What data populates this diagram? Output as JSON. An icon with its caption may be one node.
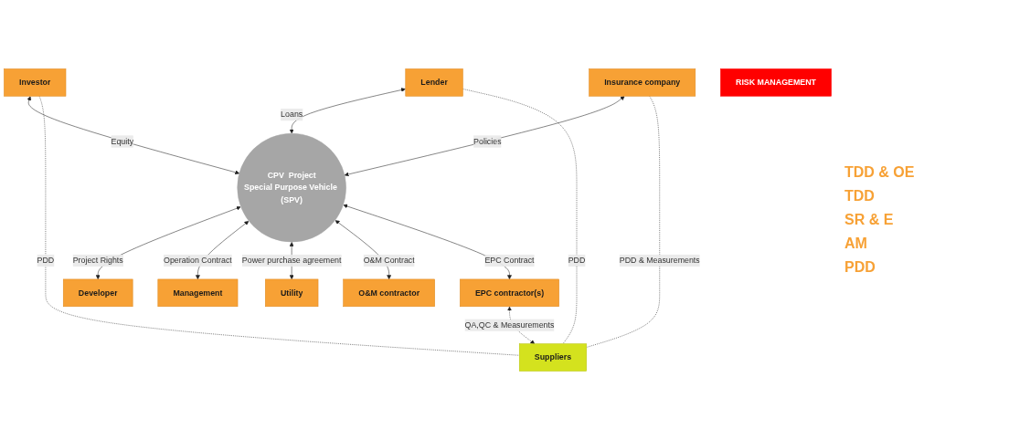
{
  "diagram": {
    "nodes": [
      {
        "text": [
          "Investor"
        ]
      },
      {
        "text": [
          "Lender"
        ]
      },
      {
        "text": [
          "Insurance company"
        ]
      },
      {
        "text": [
          "Developer"
        ]
      },
      {
        "text": [
          "CPV  Project",
          "Special Purpose Vehicle (SPV)"
        ]
      },
      {
        "text": [
          "Management"
        ]
      },
      {
        "text": [
          "RISK MANAGEMENT"
        ]
      },
      {
        "text": [
          "Utility"
        ]
      },
      {
        "text": [
          "O&M contractor"
        ]
      },
      {
        "text": [
          "EPC contractor(s)"
        ]
      },
      {
        "text": [
          "Suppliers"
        ]
      }
    ],
    "edges": [
      {
        "from": 0,
        "to": 4,
        "arrow": "both",
        "label": "Equity"
      },
      {
        "from": 1,
        "to": 4,
        "arrow": "both",
        "label": "Loans"
      },
      {
        "from": 2,
        "to": 4,
        "arrow": "both",
        "label": "Policies"
      },
      {
        "from": 4,
        "to": 3,
        "arrow": "both",
        "label": "Project Rights"
      },
      {
        "from": 4,
        "to": 5,
        "arrow": "both",
        "label": "Operation Contract"
      },
      {
        "from": 4,
        "to": 7,
        "arrow": "both",
        "label": "Power purchase agreement"
      },
      {
        "from": 4,
        "to": 8,
        "arrow": "both",
        "label": "O&M Contract"
      },
      {
        "from": 4,
        "to": 9,
        "arrow": "both",
        "label": "EPC Contract"
      },
      {
        "from": 9,
        "to": 10,
        "arrow": "both",
        "style": "dashed",
        "label": "QA,QC & Measurements"
      },
      {
        "from": 1,
        "to": 10,
        "arrow": "none",
        "style": "dashed",
        "label": "PDD"
      },
      {
        "from": 0,
        "to": 10,
        "arrow": "none",
        "style": "dashed",
        "label": "PDD"
      },
      {
        "from": 2,
        "to": 10,
        "arrow": "none",
        "style": "dashed",
        "label": "PDD & Measurements"
      }
    ],
    "labels": [
      "TDD & OE",
      "TDD",
      "SR & E",
      "AM",
      "PDD"
    ]
  }
}
